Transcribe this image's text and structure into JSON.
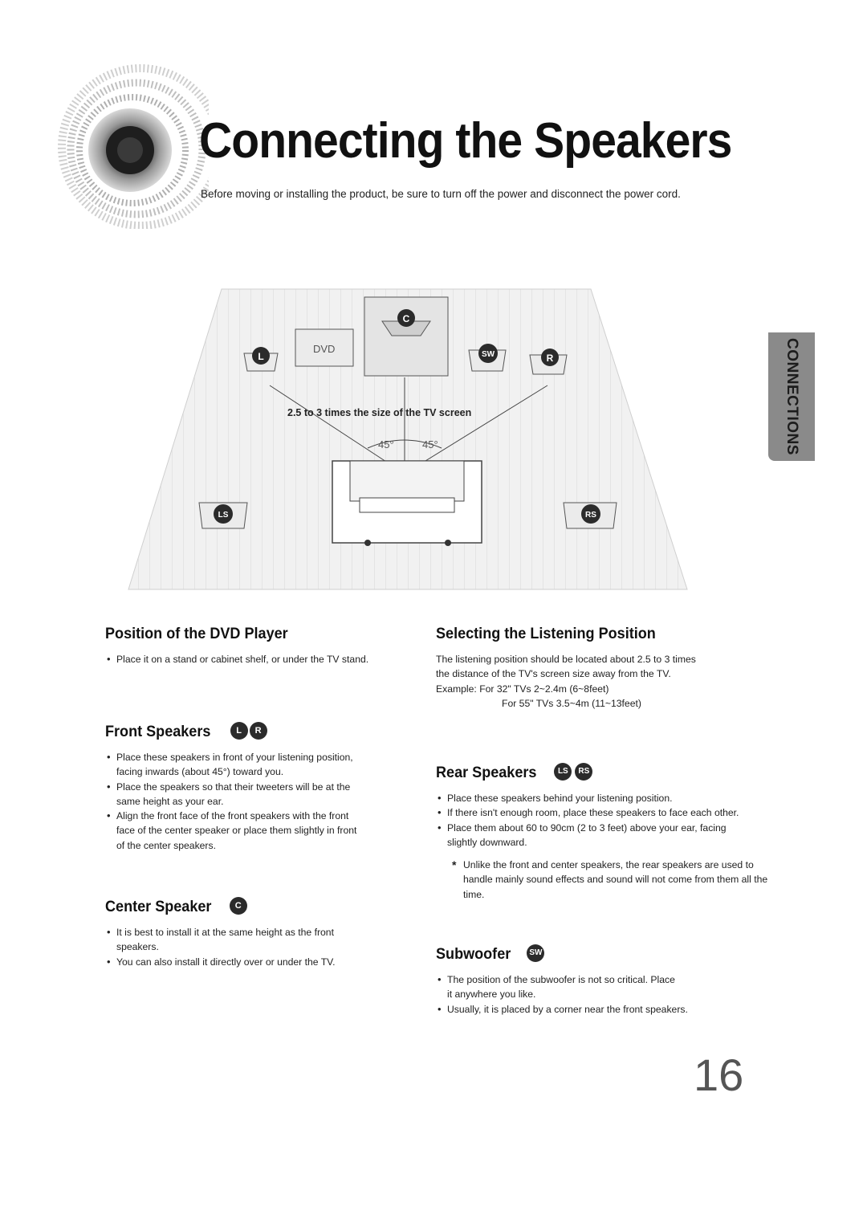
{
  "header": {
    "title": "Connecting the Speakers",
    "subtitle": "Before moving or installing the product, be sure to turn off the power and disconnect the power cord."
  },
  "side_tab": {
    "label": "CONNECTIONS"
  },
  "diagram": {
    "dvd_label": "DVD",
    "distance_label": "2.5 to 3 times the size of the TV screen",
    "angle_left": "45°",
    "angle_right": "45°",
    "speakers": {
      "center": "C",
      "left": "L",
      "right": "R",
      "subwoofer": "SW",
      "left_surround": "LS",
      "right_surround": "RS"
    }
  },
  "sections": {
    "dvd_position": {
      "title": "Position of the DVD Player",
      "bullets": [
        "Place it on a stand or cabinet shelf, or under the TV stand."
      ]
    },
    "front": {
      "title": "Front Speakers",
      "badges": [
        "L",
        "R"
      ],
      "bullets": [
        "Place these speakers in front of your listening position, facing inwards (about 45°) toward you.",
        "Place the speakers so that their tweeters will be at the same height as your ear.",
        "Align the front face of the front speakers with the front face of the center speaker or place them slightly in front of the center speakers."
      ]
    },
    "center": {
      "title": "Center Speaker",
      "badges": [
        "C"
      ],
      "bullets": [
        "It is best to install it at the same height as the front speakers.",
        "You can also install it directly over or under the TV."
      ]
    },
    "listening": {
      "title": "Selecting the Listening Position",
      "text": "The listening position should be located about 2.5 to 3 times the distance of the TV's screen size away from the TV. Example: For 32\" TVs 2~2.4m (6~8feet)",
      "text2": "For 55\" TVs 3.5~4m (11~13feet)"
    },
    "rear": {
      "title": "Rear Speakers",
      "badges": [
        "LS",
        "RS"
      ],
      "bullets": [
        "Place these speakers behind your listening position.",
        "If there isn't enough room, place these speakers to face each other.",
        "Place them about 60 to 90cm (2 to 3 feet) above your ear, facing slightly downward."
      ],
      "note": "Unlike the front and center speakers, the rear speakers are used to handle mainly sound effects and sound will not come from them all the time."
    },
    "subwoofer": {
      "title": "Subwoofer",
      "badges": [
        "SW"
      ],
      "bullets": [
        "The position of the subwoofer is not so critical. Place it anywhere you like.",
        "Usually, it is placed by a corner near the front speakers."
      ]
    }
  },
  "page_number": "16"
}
